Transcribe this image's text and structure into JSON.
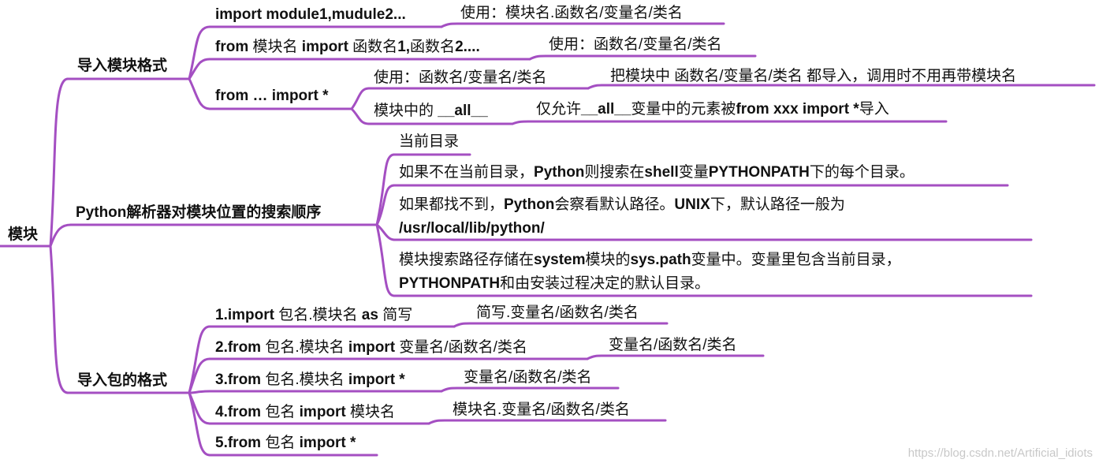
{
  "colors": {
    "branch": "#a44fc2",
    "text": "#111111",
    "watermark": "#c8c8c8"
  },
  "root": "模块",
  "import_module": {
    "title": "导入模块格式",
    "row1": {
      "head": "import module1,mudule2...",
      "use": "使用：模块名.函数名/变量名/类名"
    },
    "row2": {
      "head_b1": "from",
      "head_n1": " 模块名 ",
      "head_b2": "import",
      "head_n2": " 函数名",
      "head_b3": "1,",
      "head_n3": "函数名",
      "head_b4": "2....",
      "use": "使用：函数名/变量名/类名"
    },
    "row3": {
      "head": "from … import *",
      "sub1": {
        "text": "使用：函数名/变量名/类名",
        "desc": "把模块中 函数名/变量名/类名 都导入，调用时不用再带模块名"
      },
      "sub2": {
        "text_n1": "模块中的 ",
        "text_b1": "__all__",
        "desc_n1": "仅允许",
        "desc_b1": "__all__",
        "desc_n2": "变量中的元素被",
        "desc_b2": "from xxx import *",
        "desc_n3": "导入"
      }
    }
  },
  "search_order": {
    "title_b": "Python",
    "title_n": "解析器对模块位置的搜索顺序",
    "item1": "当前目录",
    "item2": {
      "n1": "如果不在当前目录，",
      "b1": "Python",
      "n2": "则搜索在",
      "b2": "shell",
      "n3": "变量",
      "b3": "PYTHONPATH",
      "n4": "下的每个目录。"
    },
    "item3": {
      "n1": "如果都找不到，",
      "b1": "Python",
      "n2": "会察看默认路径。",
      "b2": "UNIX",
      "n3": "下，默认路径一般为",
      "b3": "/usr/local/lib/python/"
    },
    "item4": {
      "n1": "模块搜索路径存储在",
      "b1": "system",
      "n2": "模块的",
      "b2": "sys.path",
      "n3": "变量中。变量里包含当前目录，",
      "b3": "PYTHONPATH",
      "n4": "和由安装过程决定的默认目录。"
    }
  },
  "import_package": {
    "title": "导入包的格式",
    "row1": {
      "b1": "1.import",
      "n1": " 包名.模块名 ",
      "b2": "as",
      "n2": " 简写",
      "use": "简写.变量名/函数名/类名"
    },
    "row2": {
      "b1": "2.from",
      "n1": " 包名.模块名 ",
      "b2": "import",
      "n2": " 变量名/函数名/类名",
      "use": "变量名/函数名/类名"
    },
    "row3": {
      "b1": "3.from",
      "n1": " 包名.模块名 ",
      "b2": "import *",
      "use": "变量名/函数名/类名"
    },
    "row4": {
      "b1": "4.from",
      "n1": " 包名 ",
      "b2": "import",
      "n2": " 模块名",
      "use": "模块名.变量名/函数名/类名"
    },
    "row5": {
      "b1": "5.from",
      "n1": " 包名 ",
      "b2": "import *"
    }
  },
  "watermark": "https://blog.csdn.net/Artificial_idiots"
}
